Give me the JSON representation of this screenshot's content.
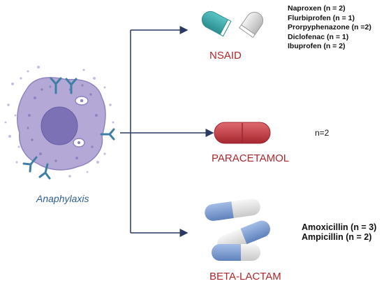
{
  "cell": {
    "label": "Anaphylaxis"
  },
  "drug_classes": [
    {
      "name": "NSAID",
      "drugs": [
        "Naproxen (n = 2)",
        "Flurbiprofen (n = 1)",
        "Prorpyphenazone (n =2)",
        "Diclofenac (n = 1)",
        "Ibuprofen (n = 2)"
      ]
    },
    {
      "name": "PARACETAMOL",
      "count_text": "n=2"
    },
    {
      "name": "BETA-LACTAM",
      "drugs": [
        "Amoxicillin (n = 3)",
        "Ampicillin (n = 2)"
      ]
    }
  ],
  "colors": {
    "cell_body": "#b3a8d6",
    "nucleus": "#7c71b5",
    "antibody": "#3f7fa6",
    "arrow": "#2b3a63",
    "label_red": "#b2262b",
    "caption_blue": "#2f5f95",
    "capsule_teal": "#3aa7a8",
    "capsule_red": "#c4404a",
    "capsule_blue": "#7e9fd0"
  }
}
